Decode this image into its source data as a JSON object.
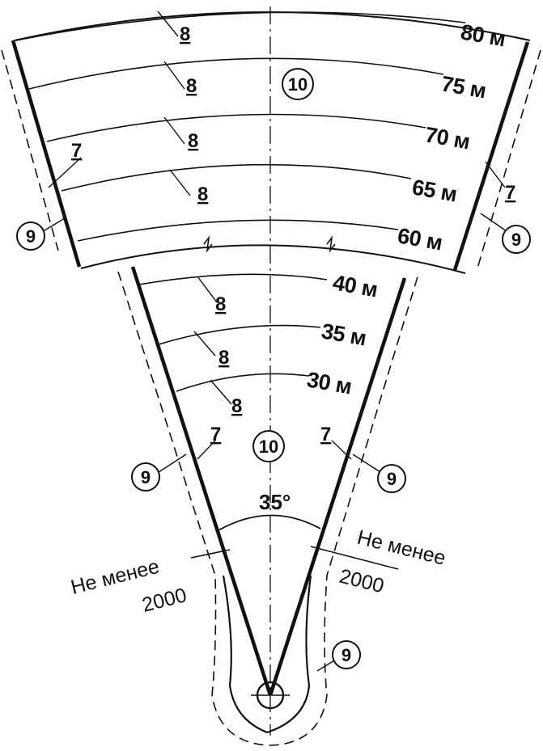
{
  "distance_markers": {
    "outer": [
      "80 м",
      "75 м",
      "70 м",
      "65 м",
      "60 м"
    ],
    "inner": [
      "40 м",
      "35 м",
      "30 м"
    ]
  },
  "markers": {
    "lane_marker": "8",
    "boundary_line": "7",
    "safety_zone": "9",
    "sector_zone": "10"
  },
  "sector_angle": "35°",
  "clearance": {
    "text": "Не менее",
    "value": "2000"
  }
}
